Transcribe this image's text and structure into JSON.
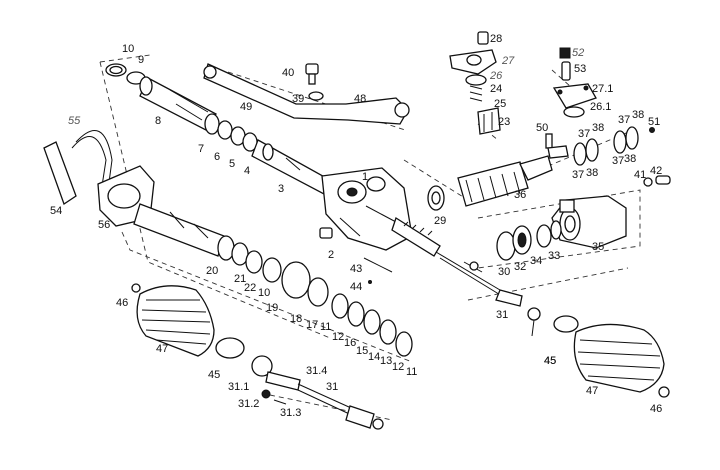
{
  "diagram": {
    "labels": [
      {
        "id": "10a",
        "text": "10"
      },
      {
        "id": "9",
        "text": "9"
      },
      {
        "id": "8",
        "text": "8"
      },
      {
        "id": "7",
        "text": "7"
      },
      {
        "id": "6",
        "text": "6"
      },
      {
        "id": "5",
        "text": "5"
      },
      {
        "id": "4",
        "text": "4"
      },
      {
        "id": "3",
        "text": "3"
      },
      {
        "id": "1",
        "text": "1"
      },
      {
        "id": "2",
        "text": "2"
      },
      {
        "id": "40",
        "text": "40"
      },
      {
        "id": "39",
        "text": "39"
      },
      {
        "id": "49",
        "text": "49"
      },
      {
        "id": "48",
        "text": "48"
      },
      {
        "id": "28",
        "text": "28"
      },
      {
        "id": "27",
        "text": "27"
      },
      {
        "id": "26",
        "text": "26"
      },
      {
        "id": "24",
        "text": "24"
      },
      {
        "id": "25",
        "text": "25"
      },
      {
        "id": "23",
        "text": "23"
      },
      {
        "id": "52",
        "text": "52"
      },
      {
        "id": "53",
        "text": "53"
      },
      {
        "id": "27.1",
        "text": "27.1"
      },
      {
        "id": "26.1",
        "text": "26.1"
      },
      {
        "id": "50",
        "text": "50"
      },
      {
        "id": "37a",
        "text": "37"
      },
      {
        "id": "38a",
        "text": "38"
      },
      {
        "id": "37b",
        "text": "37"
      },
      {
        "id": "38b",
        "text": "38"
      },
      {
        "id": "51",
        "text": "51"
      },
      {
        "id": "37c",
        "text": "37"
      },
      {
        "id": "38c",
        "text": "38"
      },
      {
        "id": "37d",
        "text": "37"
      },
      {
        "id": "38d",
        "text": "38"
      },
      {
        "id": "41",
        "text": "41"
      },
      {
        "id": "42",
        "text": "42"
      },
      {
        "id": "36",
        "text": "36"
      },
      {
        "id": "29",
        "text": "29"
      },
      {
        "id": "35",
        "text": "35"
      },
      {
        "id": "33",
        "text": "33"
      },
      {
        "id": "34",
        "text": "34"
      },
      {
        "id": "32",
        "text": "32"
      },
      {
        "id": "30",
        "text": "30"
      },
      {
        "id": "55",
        "text": "55"
      },
      {
        "id": "54",
        "text": "54"
      },
      {
        "id": "56",
        "text": "56"
      },
      {
        "id": "20",
        "text": "20"
      },
      {
        "id": "21",
        "text": "21"
      },
      {
        "id": "22",
        "text": "22"
      },
      {
        "id": "10b",
        "text": "10"
      },
      {
        "id": "19",
        "text": "19"
      },
      {
        "id": "18",
        "text": "18"
      },
      {
        "id": "17",
        "text": "17"
      },
      {
        "id": "11a",
        "text": "11"
      },
      {
        "id": "12a",
        "text": "12"
      },
      {
        "id": "16",
        "text": "16"
      },
      {
        "id": "15",
        "text": "15"
      },
      {
        "id": "14",
        "text": "14"
      },
      {
        "id": "13",
        "text": "13"
      },
      {
        "id": "12b",
        "text": "12"
      },
      {
        "id": "11b",
        "text": "11"
      },
      {
        "id": "43",
        "text": "43"
      },
      {
        "id": "44",
        "text": "44"
      },
      {
        "id": "31a",
        "text": "31"
      },
      {
        "id": "45a",
        "text": "45"
      },
      {
        "id": "46a",
        "text": "46"
      },
      {
        "id": "47a",
        "text": "47"
      },
      {
        "id": "45b",
        "text": "45"
      },
      {
        "id": "31.1",
        "text": "31.1"
      },
      {
        "id": "31.4",
        "text": "31.4"
      },
      {
        "id": "31b",
        "text": "31"
      },
      {
        "id": "31.2",
        "text": "31.2"
      },
      {
        "id": "31.3",
        "text": "31.3"
      },
      {
        "id": "45c",
        "text": "45"
      },
      {
        "id": "47b",
        "text": "47"
      },
      {
        "id": "46b",
        "text": "46"
      }
    ]
  }
}
